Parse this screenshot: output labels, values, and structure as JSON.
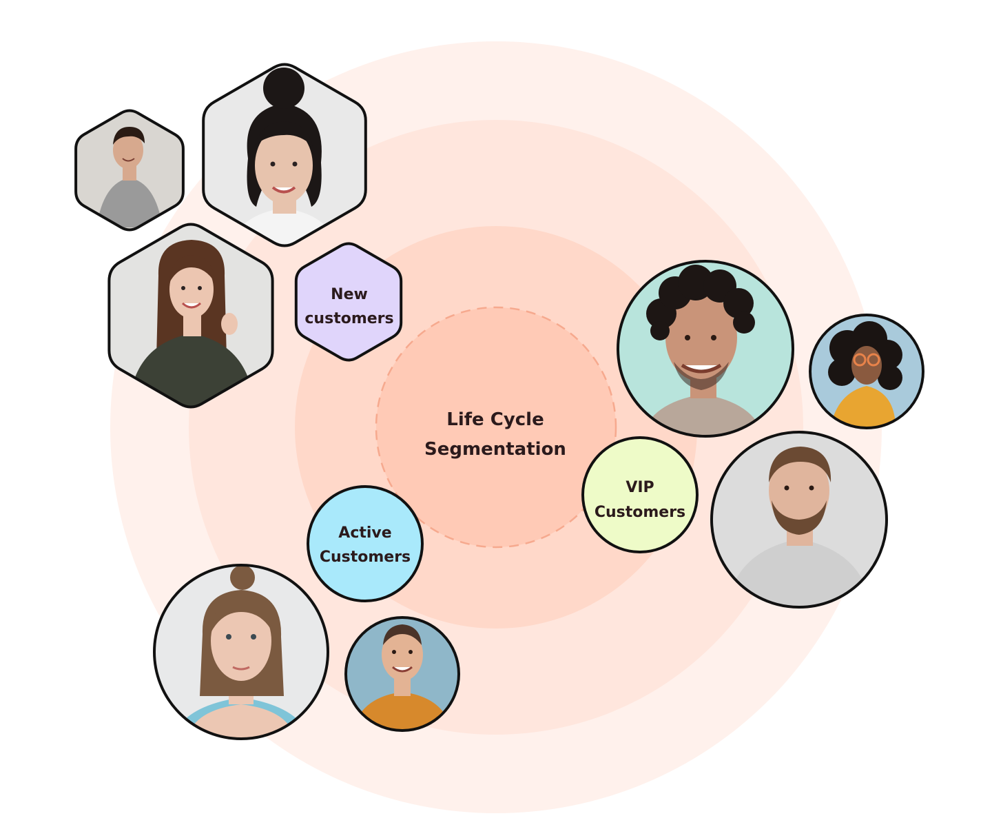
{
  "center": {
    "line1": "Life Cycle",
    "line2": "Segmentation"
  },
  "segments": {
    "new": {
      "line1": "New",
      "line2": "customers",
      "color": "#e0d5fb"
    },
    "active": {
      "line1": "Active",
      "line2": "Customers",
      "color": "#a9e9fb"
    },
    "vip": {
      "line1": "VIP",
      "line2": "Customers",
      "color": "#eefbc8"
    }
  },
  "colors": {
    "ring_outer": "#fff1ec",
    "ring_2": "#ffe6dd",
    "ring_3": "#ffd8c9",
    "ring_core": "#ffcab6",
    "dashed": "#f6a98e",
    "outline": "#111111"
  },
  "avatars": {
    "new_man_small": {
      "bg": "#d9d6d1",
      "skin": "#d7a98e",
      "hair": "#2a1b14",
      "shirt": "#9a9a9a"
    },
    "new_woman_bun": {
      "bg": "#e9e9e9",
      "skin": "#e7c3ad",
      "hair": "#1c1716",
      "shirt": "#f4f4f4"
    },
    "new_woman_long": {
      "bg": "#e3e3e1",
      "skin": "#ecc6b1",
      "hair": "#5a3522",
      "shirt": "#3c4136"
    },
    "active_woman": {
      "bg": "#e8e9ea",
      "skin": "#ecc7b3",
      "hair": "#7b5a40",
      "shirt": "#7fc4d8"
    },
    "active_man": {
      "bg": "#8fb7c9",
      "skin": "#e3b394",
      "hair": "#4a3328",
      "shirt": "#d7892c"
    },
    "vip_man_curly": {
      "bg": "#b8e4dc",
      "skin": "#c99479",
      "hair": "#1d1614",
      "shirt": "#b8a79a"
    },
    "vip_woman_yellow": {
      "bg": "#a9cadb",
      "skin": "#8a5a3f",
      "hair": "#1a1412",
      "shirt": "#e8a531"
    },
    "vip_man_beard": {
      "bg": "#dcdcdc",
      "skin": "#e0b59d",
      "hair": "#6b4a33",
      "shirt": "#cfcfcf"
    }
  }
}
